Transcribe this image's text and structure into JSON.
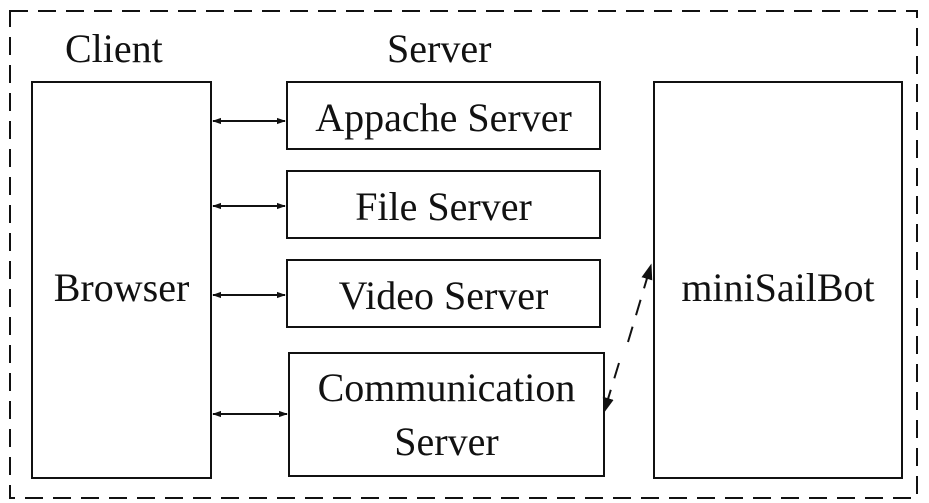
{
  "headers": {
    "client": "Client",
    "server": "Server"
  },
  "client_box": {
    "label": "Browser"
  },
  "servers": [
    {
      "label": "Appache Server"
    },
    {
      "label": "File Server"
    },
    {
      "label": "Video Server"
    },
    {
      "label_line1": "Communication",
      "label_line2": "Server"
    }
  ],
  "robot_box": {
    "label": "miniSailBot"
  },
  "colors": {
    "stroke": "#111111",
    "background": "#ffffff"
  }
}
